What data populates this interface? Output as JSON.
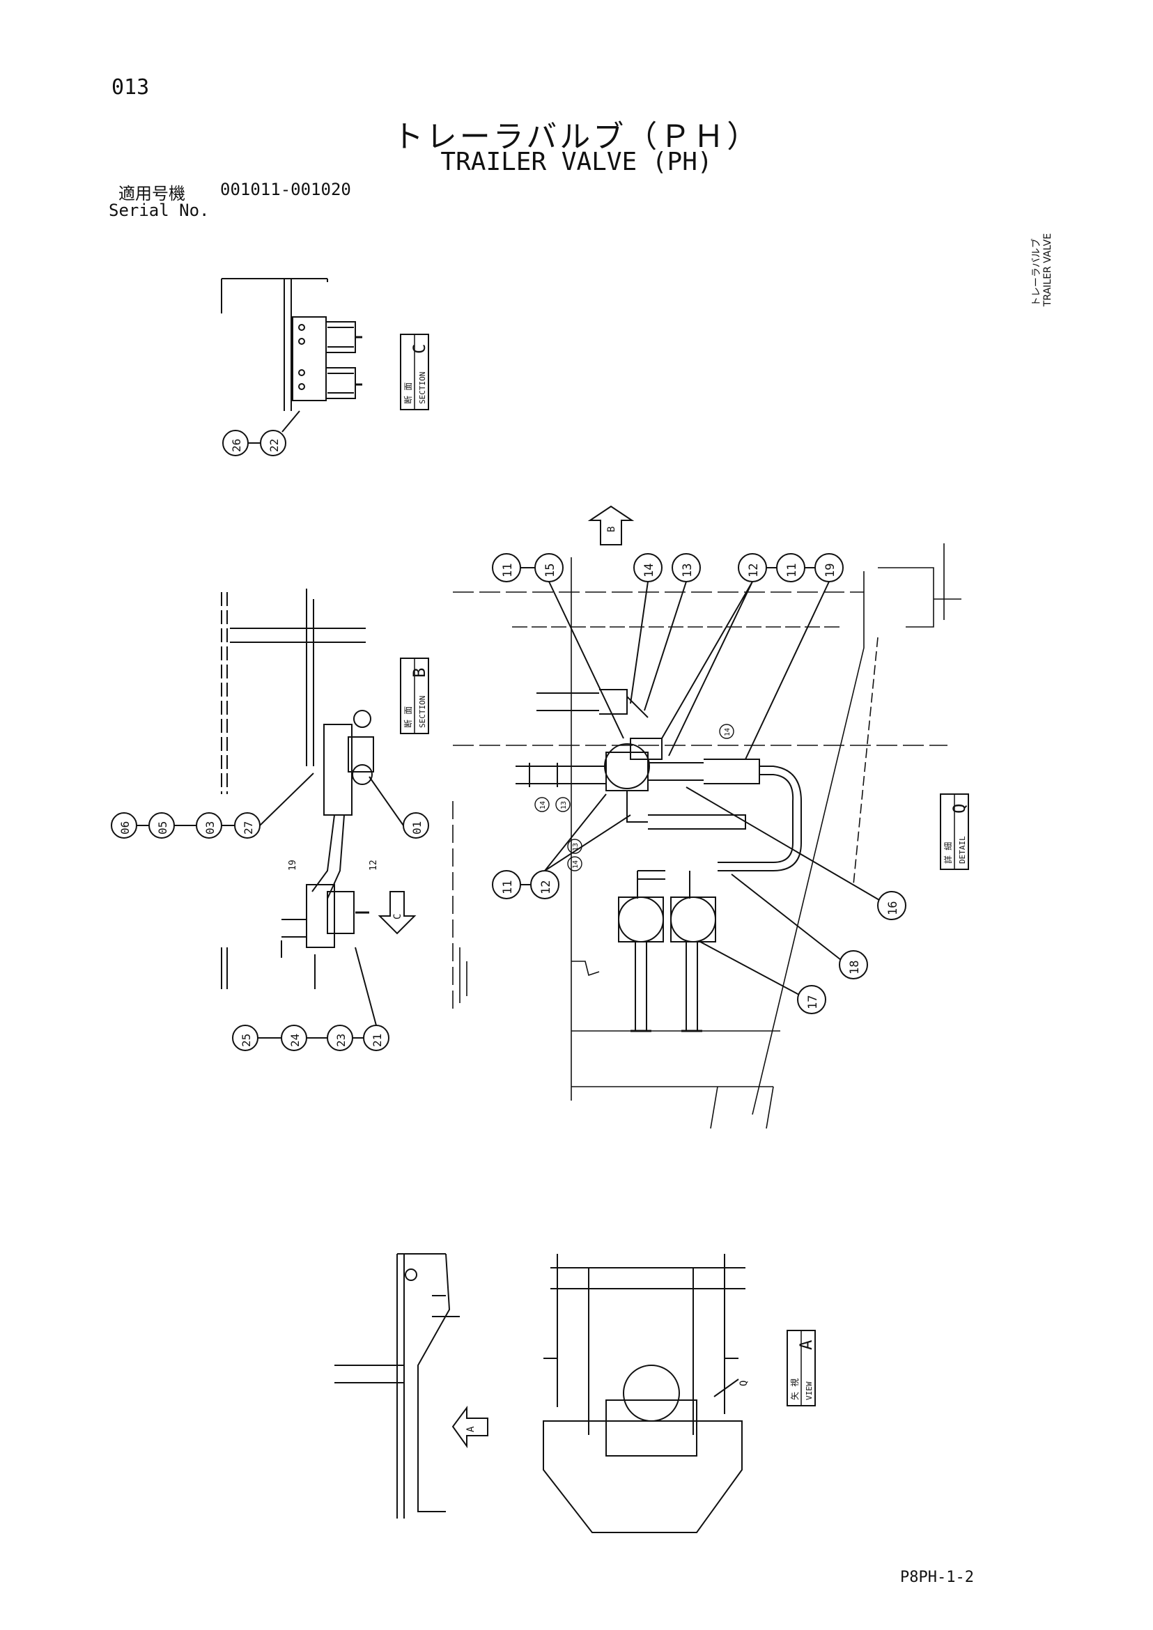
{
  "header": {
    "page_number": "013",
    "title_jp": "トレーラバルブ（ＰＨ）",
    "title_en": "TRAILER VALVE (PH)",
    "serial_label_jp": "適用号機",
    "serial_range": "001011-001020",
    "serial_label_en": "Serial No."
  },
  "side_note": {
    "line1": "トレーラバルブ",
    "line2": "TRAILER VALVE"
  },
  "views": {
    "section_c": {
      "jp": "断 面",
      "en": "SECTION",
      "letter": "C"
    },
    "section_b": {
      "jp": "断 面",
      "en": "SECTION",
      "letter": "B"
    },
    "detail_q": {
      "jp": "詳 細",
      "en": "DETAIL",
      "letter": "Q"
    },
    "view_a": {
      "jp": "矢 視",
      "en": "VIEW",
      "letter": "A"
    }
  },
  "view_arrows": {
    "b": "B",
    "c": "C",
    "a": "A",
    "q": "Q"
  },
  "callouts": {
    "section_c": [
      "26",
      "22"
    ],
    "section_b_left": [
      "06",
      "05",
      "03",
      "27"
    ],
    "section_b_right": [
      "01"
    ],
    "section_b_bottom": [
      "25",
      "24",
      "23",
      "21"
    ],
    "section_b_small": [
      "19",
      "12"
    ],
    "detail_top": [
      "11",
      "15",
      "14",
      "13",
      "12",
      "11",
      "19"
    ],
    "detail_bottom": [
      "11",
      "12"
    ],
    "detail_right": [
      "16",
      "18",
      "17"
    ],
    "detail_small": [
      "14",
      "13",
      "14",
      "13",
      "14"
    ]
  },
  "footer": {
    "doc_code": "P8PH-1-2"
  }
}
